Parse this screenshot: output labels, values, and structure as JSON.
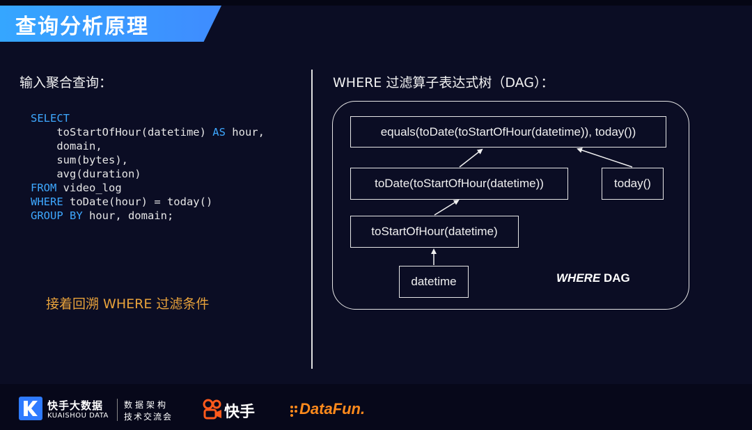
{
  "slide": {
    "title": "查询分析原理",
    "left": {
      "heading": "输入聚合查询：",
      "code": {
        "select_kw": "SELECT",
        "sel_line1": "toStartOfHour(datetime) ",
        "as_kw": "AS",
        "sel_line1_tail": " hour,",
        "sel_line2": "domain,",
        "sel_line3": "sum(bytes),",
        "sel_line4": "avg(duration)",
        "from_kw": "FROM",
        "from_rest": " video_log",
        "where_kw": "WHERE",
        "where_rest": " toDate(hour) = today()",
        "group_kw": "GROUP BY",
        "group_rest": " hour, domain;"
      },
      "note": "接着回溯 WHERE 过滤条件"
    },
    "right": {
      "heading": "WHERE 过滤算子表达式树（DAG）：",
      "nodes": {
        "equals": "equals(toDate(toStartOfHour(datetime)), today())",
        "todate": "toDate(toStartOfHour(datetime))",
        "today": "today()",
        "tostartofhour": "toStartOfHour(datetime)",
        "datetime": "datetime"
      },
      "dag_label_italic": "WHERE",
      "dag_label_rest": " DAG"
    },
    "footer": {
      "kd_brand_cn": "快手大数据",
      "kd_brand_en": "KUAISHOU DATA",
      "kd_right_line1": "数据架构",
      "kd_right_line2": "技术交流会",
      "ks_brand": "快手",
      "datafun_brand": "DataFun",
      "datafun_dot": "."
    },
    "colors": {
      "background": "#0b0d24",
      "title_bar": "#3f8cff",
      "keyword": "#3ea8ff",
      "note": "#e8a23b",
      "datafun": "#ff8a1c",
      "kuaishou": "#ff5a1c"
    }
  }
}
